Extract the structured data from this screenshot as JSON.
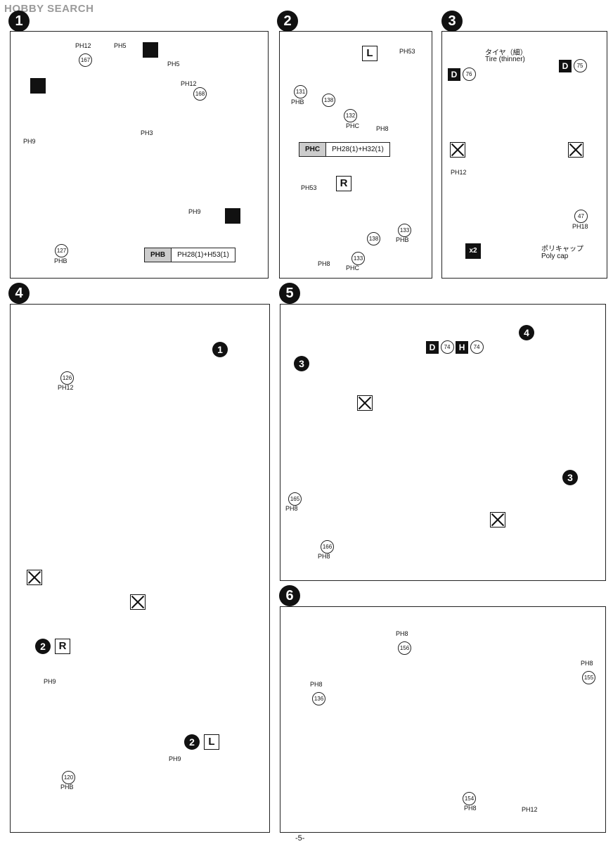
{
  "watermark": "HOBBY SEARCH",
  "page_number": "-5-",
  "steps": [
    {
      "id": "1",
      "number": "1",
      "parts": [
        "167",
        "168",
        "127"
      ],
      "runner": {
        "code": "PHB",
        "label": "PH28(1)+H53(1)"
      },
      "labels": [
        "PH12",
        "PH5",
        "PH5",
        "PH12",
        "PH3",
        "PH9",
        "PH9",
        "PHB"
      ]
    },
    {
      "id": "2",
      "number": "2",
      "side_left": "L",
      "side_right": "R",
      "parts": [
        "131",
        "138",
        "132",
        "138",
        "133",
        "133"
      ],
      "runner": {
        "code": "PHC",
        "label": "PH28(1)+H32(1)"
      },
      "labels": [
        "PH53",
        "PHB",
        "PHC",
        "PH8",
        "PH53",
        "PHB",
        "PH8",
        "PHC"
      ]
    },
    {
      "id": "3",
      "number": "3",
      "tire_jp": "タイヤ（細）",
      "tire_en": "Tire (thinner)",
      "parts": [
        "76",
        "75",
        "47"
      ],
      "tire_codes": [
        "D",
        "D"
      ],
      "labels": [
        "PH12",
        "PH18"
      ],
      "multiplier": "x2",
      "polycap_jp": "ポリキャップ",
      "polycap_en": "Poly cap"
    },
    {
      "id": "4",
      "number": "4",
      "parts": [
        "126",
        "120"
      ],
      "labels": [
        "PH12",
        "PH9",
        "PH9",
        "PHB"
      ],
      "ref_step": "1",
      "ref_side_r": "R",
      "ref_side_l": "L",
      "ref_two": "2"
    },
    {
      "id": "5",
      "number": "5",
      "parts": [
        "165",
        "166",
        "74"
      ],
      "labels": [
        "PH8",
        "PH8"
      ],
      "ref_step_a": "4",
      "ref_step_b": "3",
      "ref_step_c": "3",
      "decal_code": "D",
      "decal_code2": "H"
    },
    {
      "id": "6",
      "number": "6",
      "parts": [
        "156",
        "136",
        "155",
        "154"
      ],
      "labels": [
        "PH8",
        "PH8",
        "PH8",
        "PH8",
        "PH12"
      ]
    }
  ]
}
